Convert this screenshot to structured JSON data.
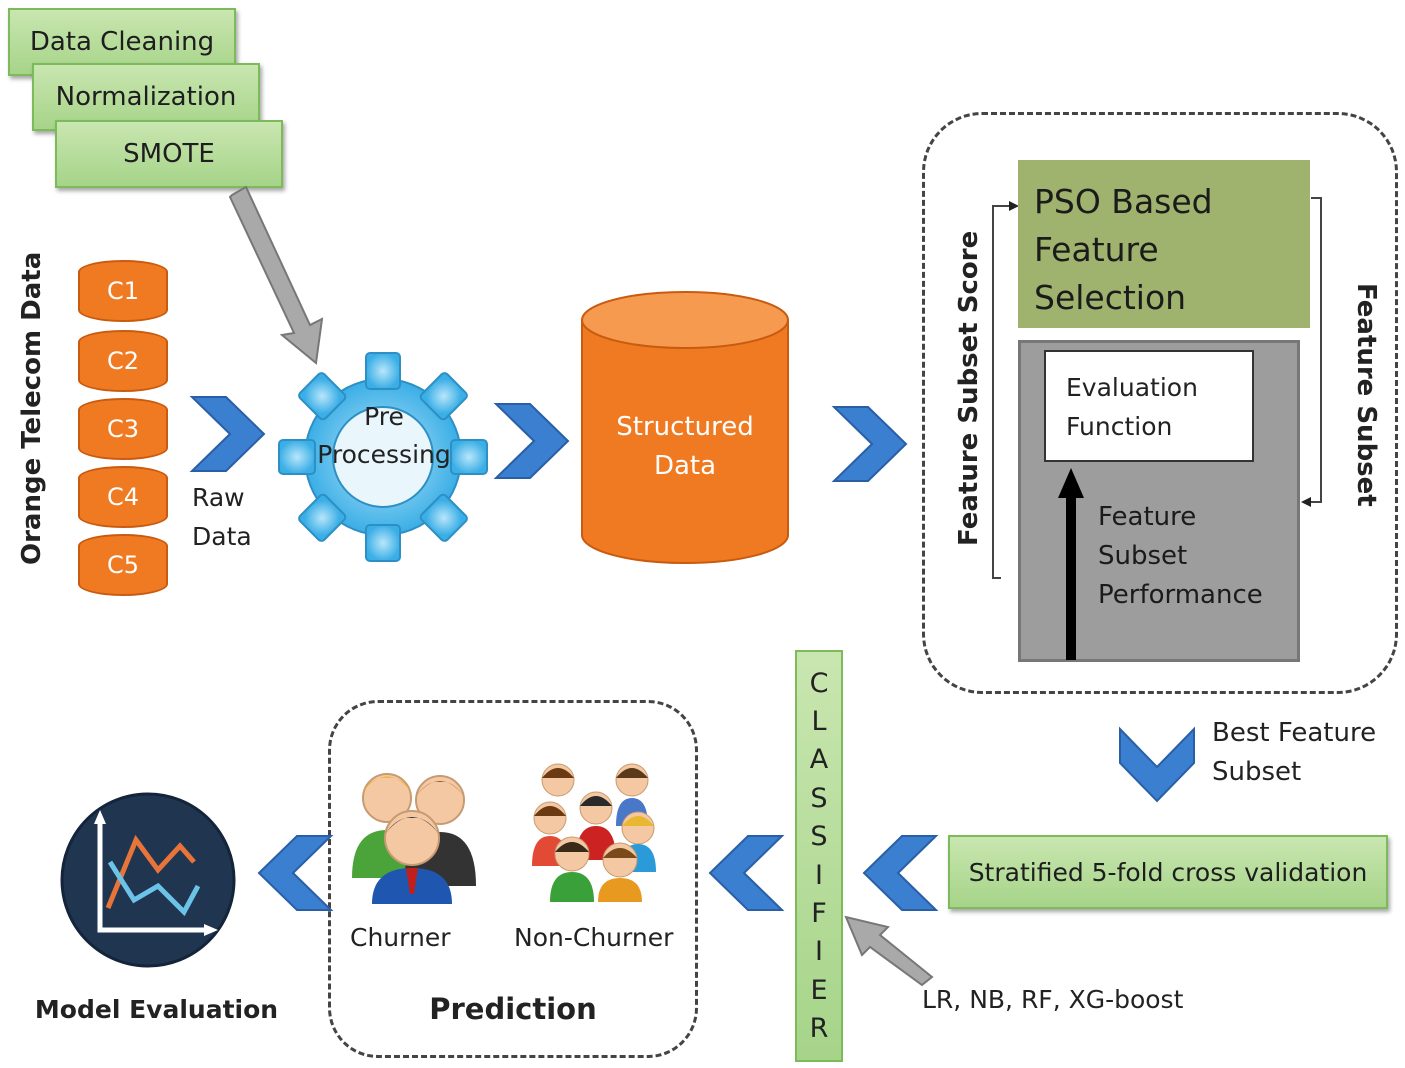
{
  "preprocessing_steps": [
    "Data Cleaning",
    "Normalization",
    "SMOTE"
  ],
  "source_label": "Orange Telecom Data",
  "data_chunks": [
    "C1",
    "C2",
    "C3",
    "C4",
    "C5"
  ],
  "raw_data_label": "Raw\nData",
  "preprocessing_gear_label": "Pre\nProcessing",
  "structured_data_label": "Structured\nData",
  "feature_selection": {
    "title": "PSO Based\nFeature\nSelection",
    "evaluation_function": "Evaluation\nFunction",
    "feature_subset_score": "Feature Subset Score",
    "feature_subset": "Feature Subset",
    "feature_subset_performance": "Feature\nSubset\nPerformance"
  },
  "best_feature_subset_label": "Best Feature\nSubset",
  "cross_validation_label": "Stratified 5-fold cross validation",
  "classifier_letters": [
    "C",
    "L",
    "A",
    "S",
    "S",
    "I",
    "F",
    "I",
    "E",
    "R"
  ],
  "classifiers_label": "LR, NB, RF, XG-boost",
  "prediction": {
    "title": "Prediction",
    "churner_label": "Churner",
    "non_churner_label": "Non-Churner"
  },
  "model_evaluation_label": "Model Evaluation",
  "colors": {
    "green_box": "#a6d489",
    "orange": "#f07a22",
    "chevron_blue": "#3a7fd0",
    "gear_blue": "#5cc2ee",
    "pso_green": "#9fb36e",
    "eval_gray": "#9d9d9d",
    "model_eval_circle": "#1f3550"
  }
}
